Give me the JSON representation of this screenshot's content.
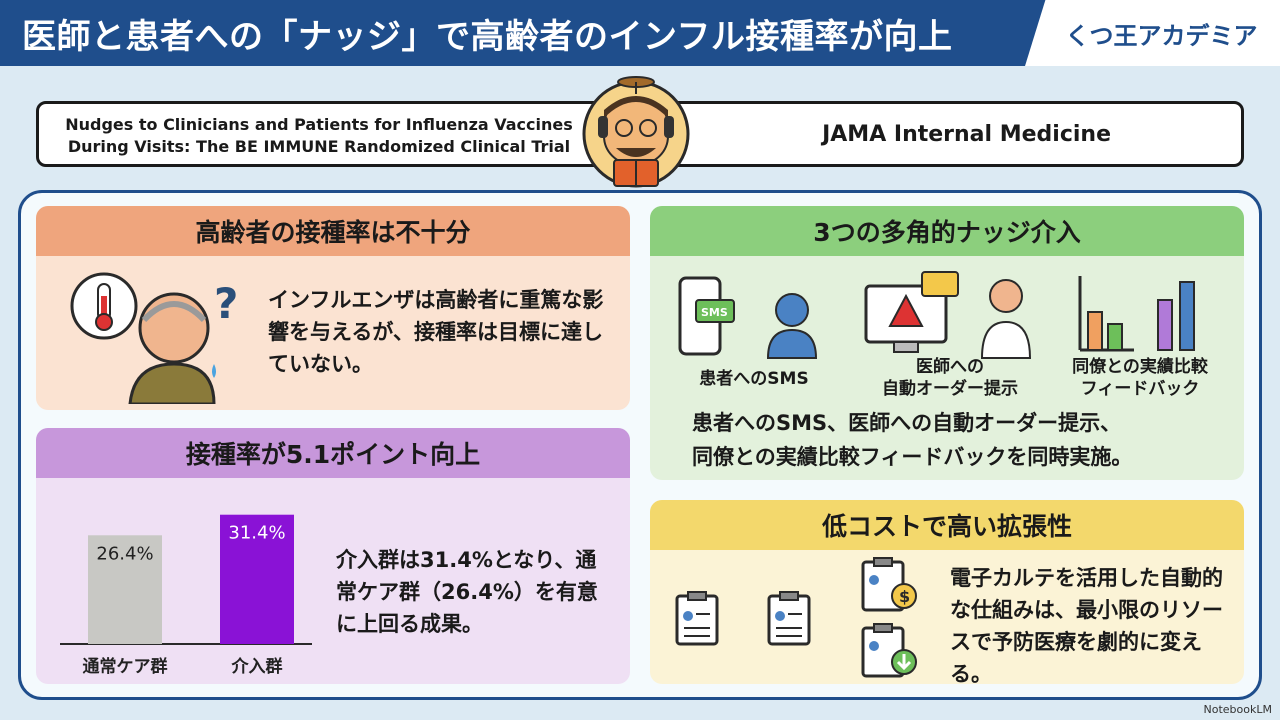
{
  "header": {
    "title": "医師と患者への「ナッジ」で高齢者のインフル接種率が向上",
    "brand": "くつ王アカデミア",
    "colors": {
      "bar": "#1f4e8c"
    }
  },
  "paper": {
    "title_line1": "Nudges to Clinicians and Patients for Influenza Vaccines",
    "title_line2": "During Visits: The BE IMMUNE Randomized Clinical Trial",
    "journal": "JAMA Internal Medicine"
  },
  "card_problem": {
    "heading": "高齢者の接種率は不十分",
    "text": "インフルエンザは高齢者に重篤な影響を与えるが、接種率は目標に達していない。",
    "icon": "thermometer-icon"
  },
  "card_result": {
    "heading": "接種率が5.1ポイント向上",
    "text": "介入群は31.4%となり、通常ケア群（26.4%）を有意に上回る成果。"
  },
  "card_interventions": {
    "heading": "3つの多角的ナッジ介入",
    "sms_badge": "SMS",
    "items": [
      {
        "label": "患者へのSMS",
        "icon": "phone-sms-icon"
      },
      {
        "label_line1": "医師への",
        "label_line2": "自動オーダー提示",
        "icon": "monitor-alert-icon"
      },
      {
        "label_line1": "同僚との実績比較",
        "label_line2": "フィードバック",
        "icon": "bar-compare-icon"
      }
    ],
    "summary_line1": "患者へのSMS、医師への自動オーダー提示、",
    "summary_line2": "同僚との実績比較フィードバックを同時実施。"
  },
  "card_scale": {
    "heading": "低コストで高い拡張性",
    "text": "電子カルテを活用した自動的な仕組みは、最小限のリソースで予防医療を劇的に変える。",
    "icons": [
      "clipboard-icon",
      "clipboard-icon",
      "clipboard-dollar-icon",
      "clipboard-download-icon"
    ]
  },
  "chart_data": {
    "type": "bar",
    "categories": [
      "通常ケア群",
      "介入群"
    ],
    "values": [
      26.4,
      31.4
    ],
    "value_labels": [
      "26.4%",
      "31.4%"
    ],
    "colors": [
      "#c8c8c4",
      "#8a12d6"
    ],
    "ylim": [
      0,
      34
    ]
  },
  "footer": {
    "mark": "NotebookLM"
  }
}
